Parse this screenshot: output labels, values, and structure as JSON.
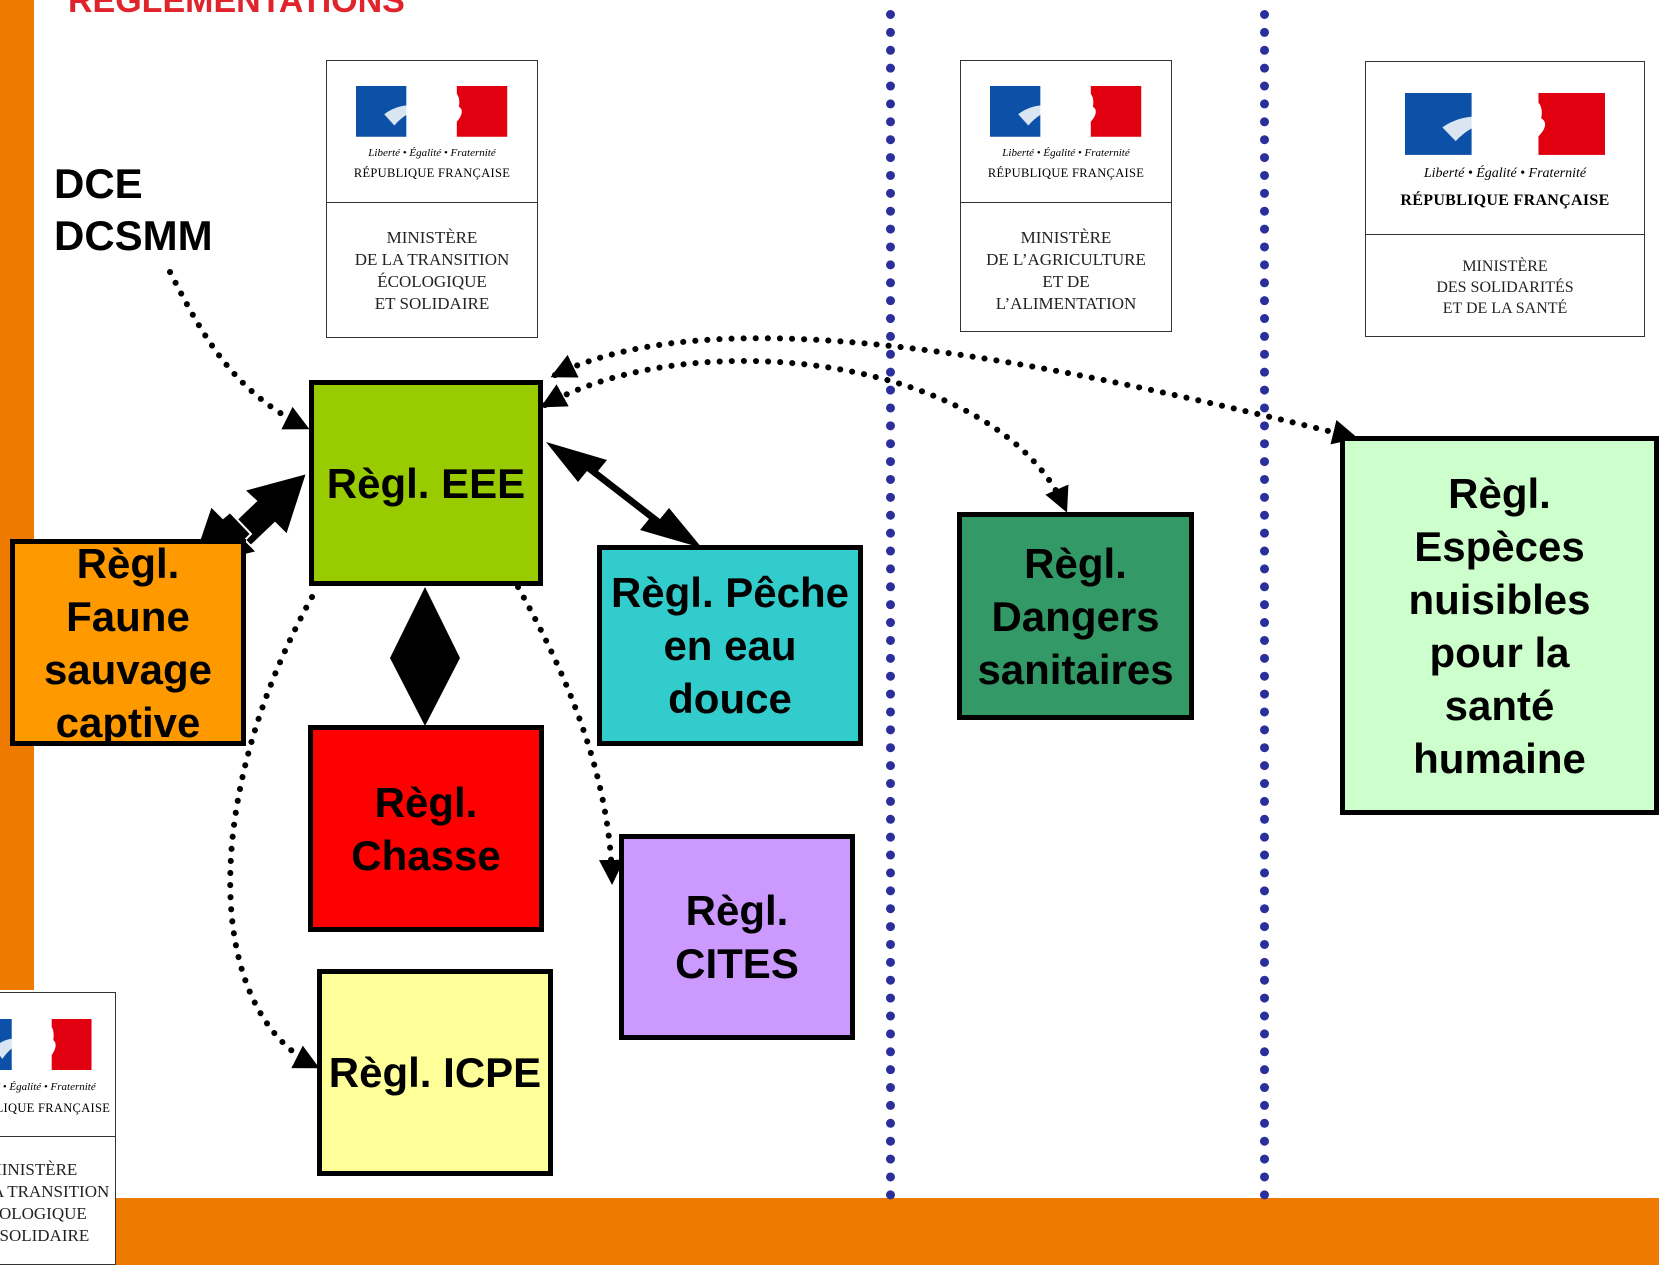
{
  "title": "RÉGLEMENTATIONS",
  "directives": [
    "DCE",
    "DCSMM"
  ],
  "logo_common": {
    "motto": "Liberté • Égalité • Fraternité",
    "republic": "RÉPUBLIQUE FRANÇAISE"
  },
  "ministries": {
    "ecology": "MINISTÈRE\nDE LA TRANSITION\nÉCOLOGIQUE\nET SOLIDAIRE",
    "agriculture": "MINISTÈRE\nDE L’AGRICULTURE\nET DE\nL’ALIMENTATION",
    "health": "MINISTÈRE\nDES SOLIDARITÉS\nET DE LA SANTÉ",
    "ecology_bottom": "MINISTÈRE\nDE LA TRANSITION\nÉCOLOGIQUE\nET SOLIDAIRE"
  },
  "boxes": {
    "eee": "Règl. EEE",
    "faune": "Règl.\nFaune\nsauvage\ncaptive",
    "peche": "Règl. Pêche\nen eau\ndouce",
    "chasse": "Règl.\nChasse",
    "cites": "Règl.\nCITES",
    "icpe": "Règl. ICPE",
    "dangers": "Règl.\nDangers\nsanitaires",
    "nuisibles": "Règl.\nEspèces\nnuisibles\npour la\nsanté\nhumaine"
  },
  "colors": {
    "orange_band": "#ee7b00",
    "title_red": "#e0242b",
    "separator_blue": "#2a2f9c",
    "eee": "#99cc00",
    "faune": "#ff9900",
    "peche": "#33cccc",
    "chasse": "#ff0000",
    "cites": "#cc99ff",
    "icpe": "#ffff99",
    "dangers": "#339966",
    "nuisibles": "#ccffcc"
  }
}
